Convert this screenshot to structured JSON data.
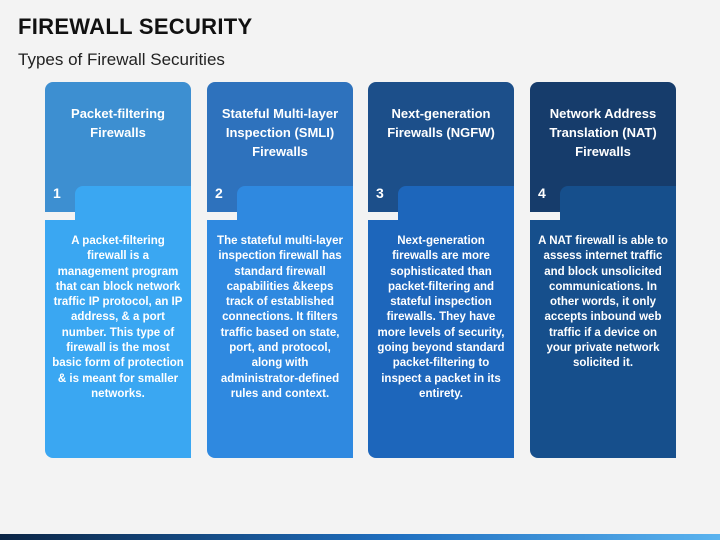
{
  "title": "FIREWALL SECURITY",
  "subtitle": "Types of Firewall Securities",
  "cards": [
    {
      "number": "1",
      "heading": "Packet-filtering Firewalls",
      "text": "A packet-filtering firewall is a management program that can block network traffic IP protocol, an IP address, & a port number. This type of firewall is the most basic form of protection & is meant for smaller networks."
    },
    {
      "number": "2",
      "heading": "Stateful Multi-layer Inspection (SMLI) Firewalls",
      "text": "The stateful multi-layer inspection firewall has standard firewall capabilities &keeps track of established connections. It filters traffic based on state, port, and protocol, along with administrator-defined rules and context."
    },
    {
      "number": "3",
      "heading": "Next-generation Firewalls (NGFW)",
      "text": "Next-generation firewalls are more sophisticated than packet-filtering and stateful inspection firewalls. They have more levels of security, going beyond standard packet-filtering to inspect a packet in its entirety."
    },
    {
      "number": "4",
      "heading": "Network Address Translation (NAT) Firewalls",
      "text": "A NAT firewall is able to assess internet traffic and block unsolicited communications. In other words, it only accepts inbound web traffic if a device on your private network solicited it."
    }
  ],
  "colors": {
    "card1": "#3aa7f2",
    "card2": "#2f89e0",
    "card3": "#1d66bb",
    "card4": "#164f8c"
  }
}
